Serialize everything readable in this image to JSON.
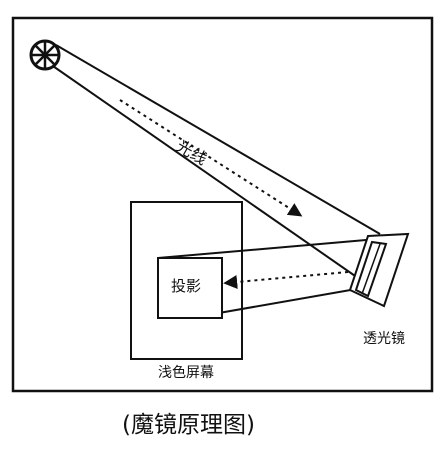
{
  "labels": {
    "light_ray": "光线",
    "projection": "投影",
    "screen": "浅色屏幕",
    "mirror": "透光镜"
  },
  "caption": "(魔镜原理图)",
  "icons": {
    "light_source": "light-source-icon"
  },
  "colors": {
    "ink": "#111111",
    "background": "#ffffff"
  }
}
